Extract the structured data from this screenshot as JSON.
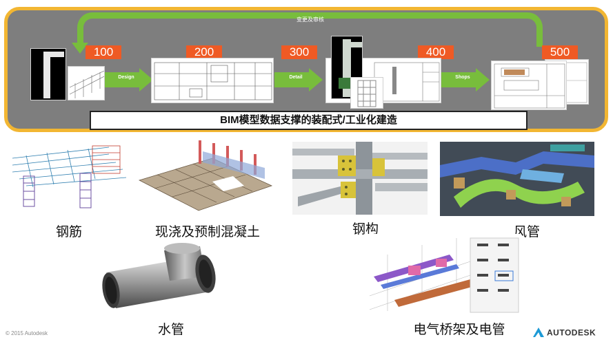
{
  "workflow": {
    "loop_label": "变更及审核",
    "lod_levels": [
      "100",
      "200",
      "300",
      "400",
      "500"
    ],
    "stage_labels": [
      "Design",
      "Detail",
      "Shops"
    ],
    "banner": "BIM模型数据支撑的装配式/工业化建造"
  },
  "categories": {
    "rebar": "钢筋",
    "cast_precast": "现浇及预制混凝土",
    "steel": "钢构",
    "ductwork": "风管",
    "piping": "水管",
    "cable_tray": "电气桥架及电管"
  },
  "footer": {
    "copyright": "© 2015 Autodesk",
    "logo_text": "AUTODESK"
  },
  "colors": {
    "frame_border": "#f2b632",
    "frame_fill": "#7e7e7e",
    "loop_arrow": "#78bd3c",
    "lod_badge": "#ef5a24"
  }
}
